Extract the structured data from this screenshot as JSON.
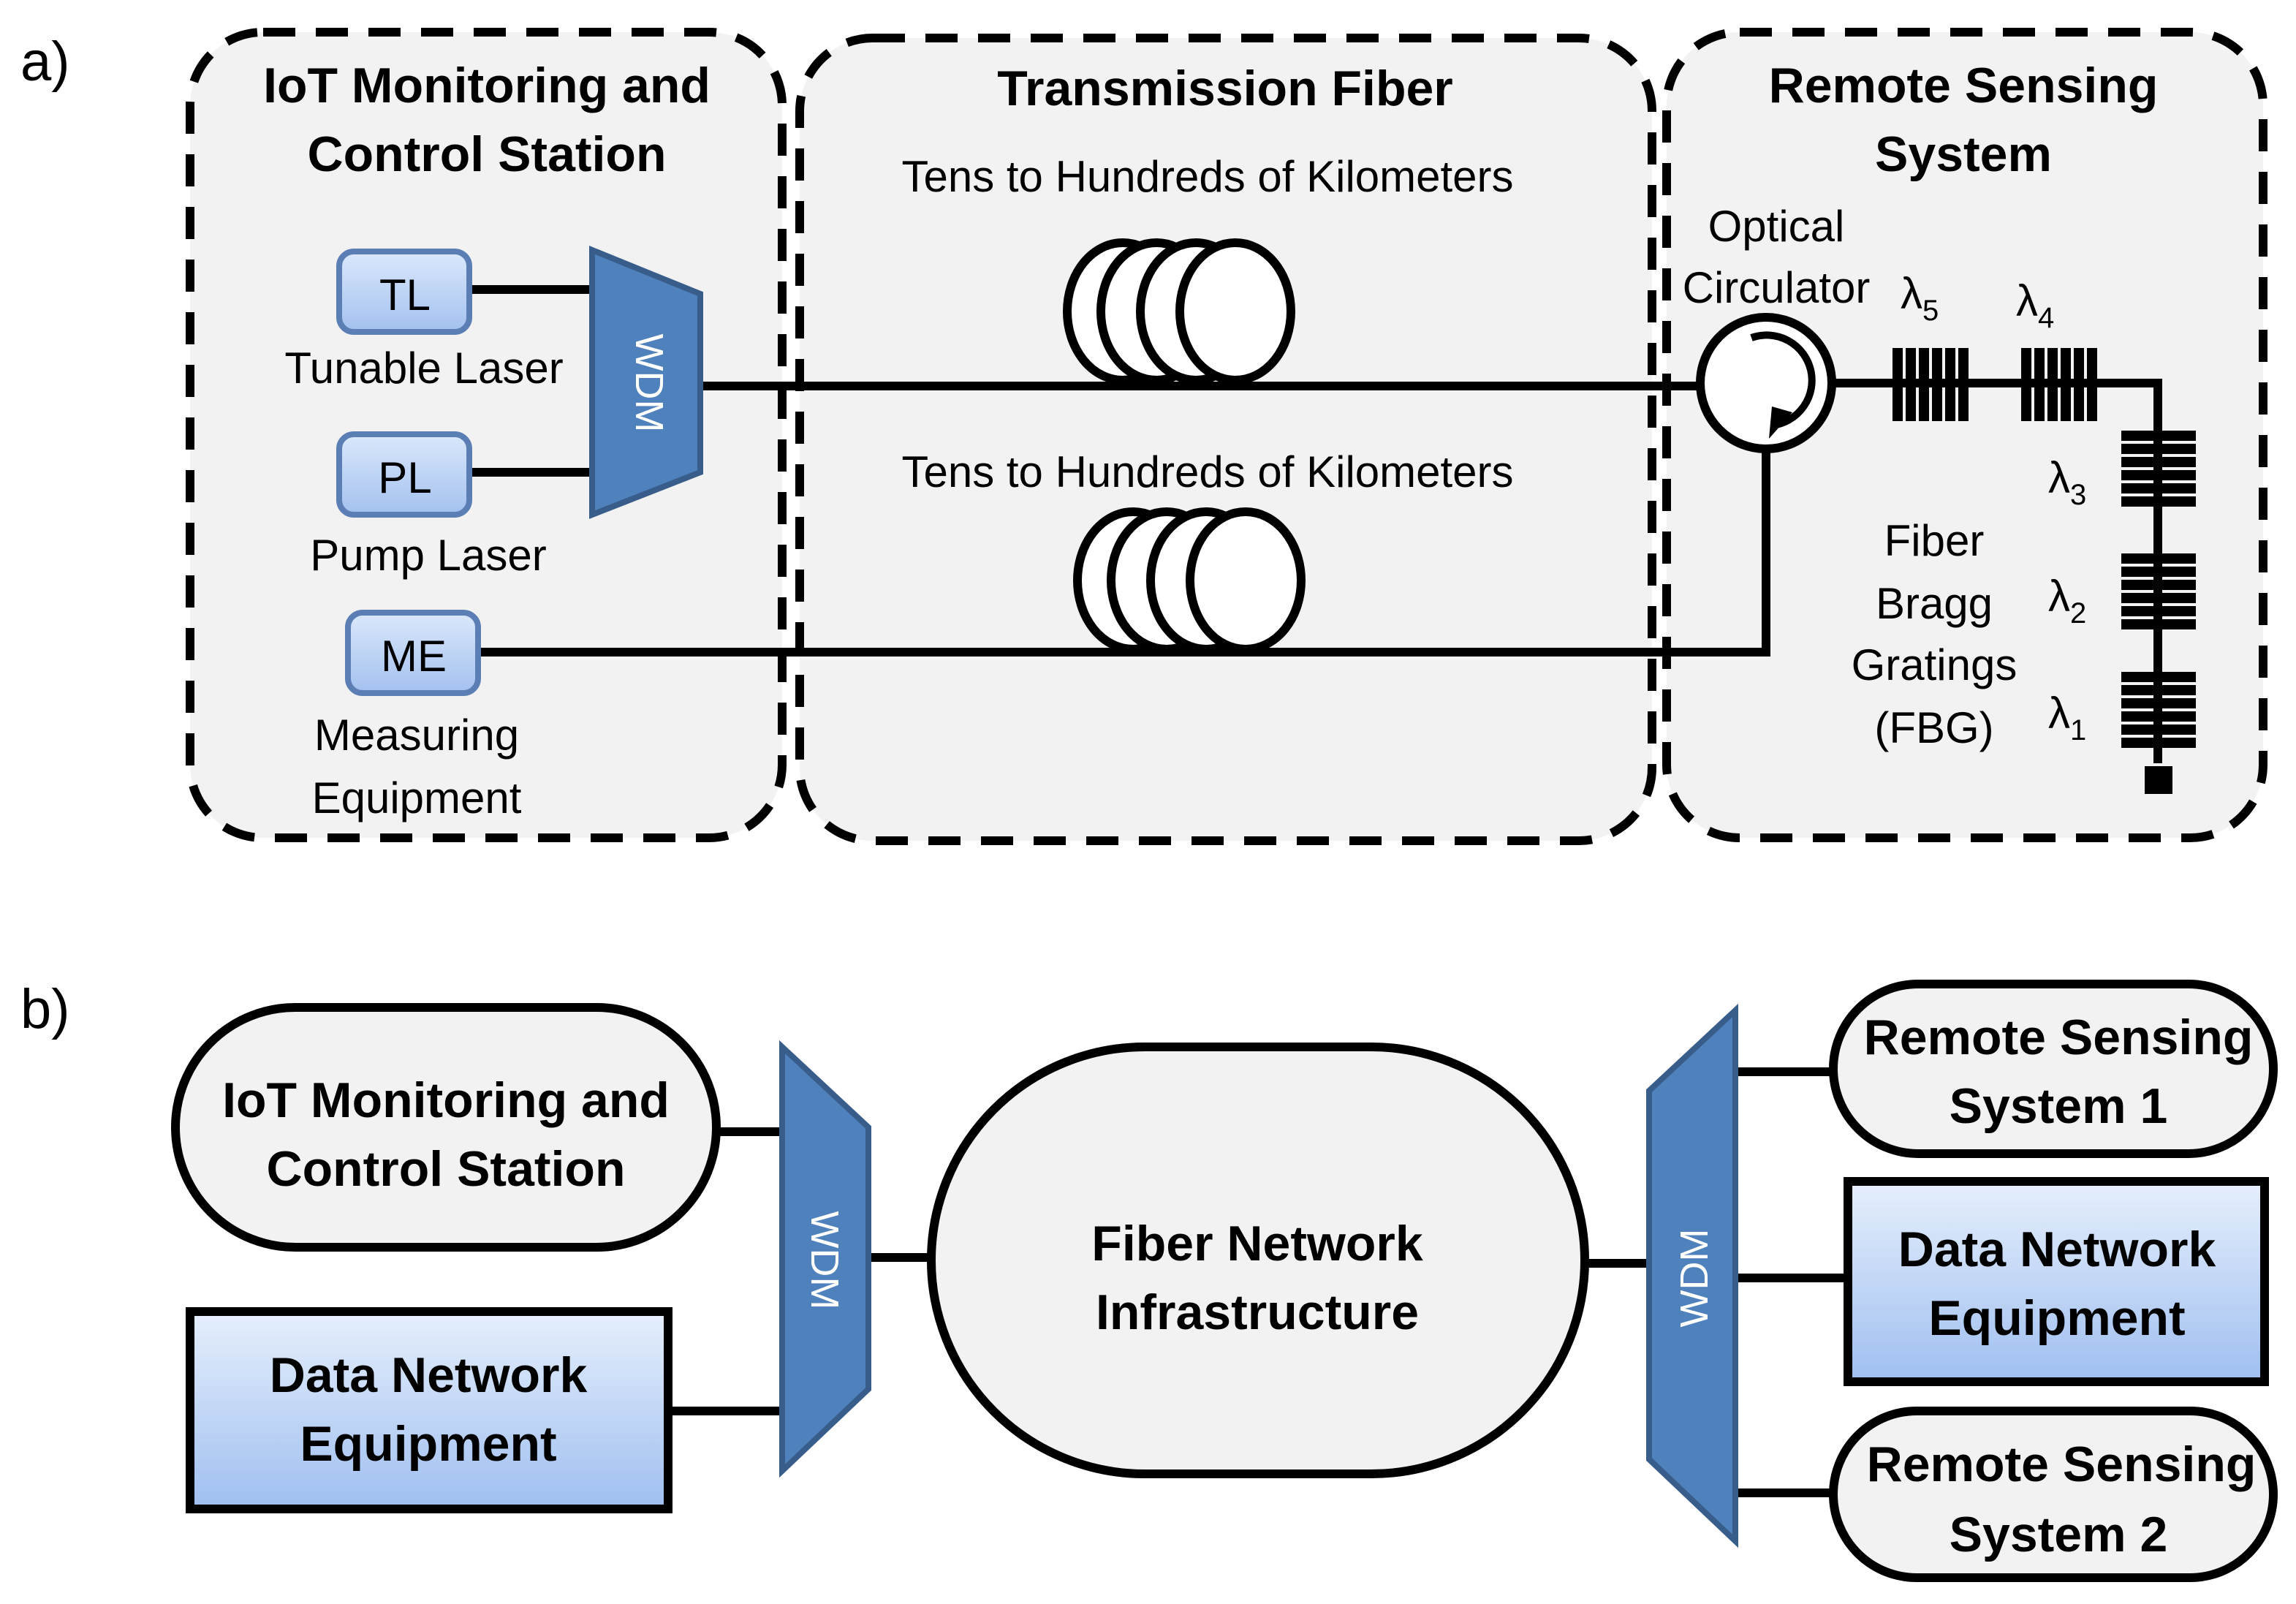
{
  "panel_a": {
    "label": "a)",
    "iot": {
      "title_line1": "IoT Monitoring and",
      "title_line2": "Control Station"
    },
    "tl": {
      "abbr": "TL",
      "name": "Tunable Laser"
    },
    "pl": {
      "abbr": "PL",
      "name": "Pump Laser"
    },
    "me": {
      "abbr": "ME",
      "name_line1": "Measuring",
      "name_line2": "Equipment"
    },
    "wdm": "WDM",
    "transmission": {
      "title": "Transmission Fiber",
      "span1": "Tens to Hundreds of Kilometers",
      "span2": "Tens to Hundreds of Kilometers"
    },
    "remote": {
      "title_line1": "Remote Sensing",
      "title_line2": "System",
      "circulator_line1": "Optical",
      "circulator_line2": "Circulator",
      "fbg_line1": "Fiber",
      "fbg_line2": "Bragg",
      "fbg_line3": "Gratings",
      "fbg_line4": "(FBG)",
      "lambda": "λ",
      "sub5": "5",
      "sub4": "4",
      "sub3": "3",
      "sub2": "2",
      "sub1": "1"
    }
  },
  "panel_b": {
    "label": "b)",
    "iot_line1": "IoT Monitoring and",
    "iot_line2": "Control Station",
    "data_left_line1": "Data Network",
    "data_left_line2": "Equipment",
    "wdm_left": "WDM",
    "fiber_line1": "Fiber Network",
    "fiber_line2": "Infrastructure",
    "wdm_right": "WDM",
    "rs1_line1": "Remote Sensing",
    "rs1_line2": "System 1",
    "data_right_line1": "Data Network",
    "data_right_line2": "Equipment",
    "rs2_line1": "Remote Sensing",
    "rs2_line2": "System 2"
  },
  "colors": {
    "region_fill": "#f2f2f2",
    "wdm_fill": "#4f81bd",
    "button_top": "#dbe8fb",
    "button_bottom": "#a3c1ef"
  }
}
